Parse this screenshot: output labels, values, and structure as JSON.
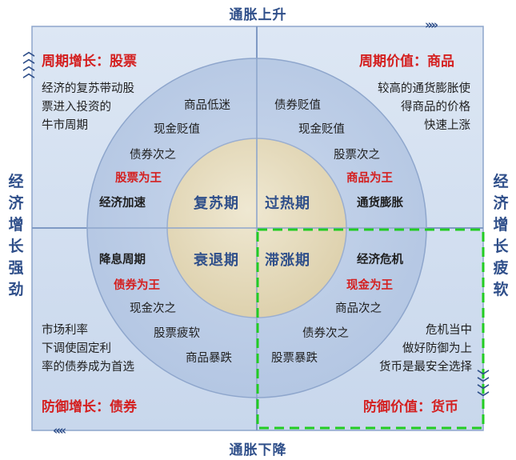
{
  "axes": {
    "top": "通胀上升",
    "bottom": "通胀下降",
    "left": [
      "经",
      "济",
      "增",
      "长",
      "强",
      "劲"
    ],
    "right": [
      "经",
      "济",
      "增",
      "长",
      "疲",
      "软"
    ]
  },
  "quadrants": {
    "top_left": {
      "title": "周期增长：股票",
      "lines": [
        "经济的复苏带动股",
        "票进入投资的",
        "牛市周期"
      ]
    },
    "top_right": {
      "title": "周期价值：商品",
      "lines": [
        "较高的通货膨胀使",
        "得商品的价格",
        "快速上涨"
      ]
    },
    "bottom_left": {
      "title": "防御增长：债券",
      "lines": [
        "市场利率",
        "下调使固定利",
        "率的债券成为首选"
      ]
    },
    "bottom_right": {
      "title": "防御价值：货币",
      "lines": [
        "危机当中",
        "做好防御为上",
        "货币是最安全选择"
      ]
    }
  },
  "ring": {
    "top_left": {
      "items": [
        "商品低迷",
        "现金贬值",
        "债券次之",
        "股票为王",
        "经济加速"
      ]
    },
    "top_right": {
      "items": [
        "债券贬值",
        "现金贬值",
        "股票次之",
        "商品为王",
        "通货膨胀"
      ]
    },
    "bottom_left": {
      "items": [
        "降息周期",
        "债券为王",
        "现金次之",
        "股票疲软",
        "商品暴跌"
      ]
    },
    "bottom_right": {
      "items": [
        "经济危机",
        "现金为王",
        "商品次之",
        "债券次之",
        "股票暴跌"
      ]
    }
  },
  "phases": {
    "top_left": "复苏期",
    "top_right": "过热期",
    "bottom_left": "衰退期",
    "bottom_right": "滞涨期"
  },
  "chevrons": {
    "top_right": "»»»",
    "bottom_left": "«««"
  },
  "colors": {
    "quadrant_fill": "#cfdcee",
    "ring_fill": "#bccde6",
    "inner_fill": "#e6dcc0",
    "line": "#7f99c4",
    "highlight_dash": "#22cc22",
    "title_red": "#d42020",
    "axis_blue": "#2f4f8a"
  }
}
